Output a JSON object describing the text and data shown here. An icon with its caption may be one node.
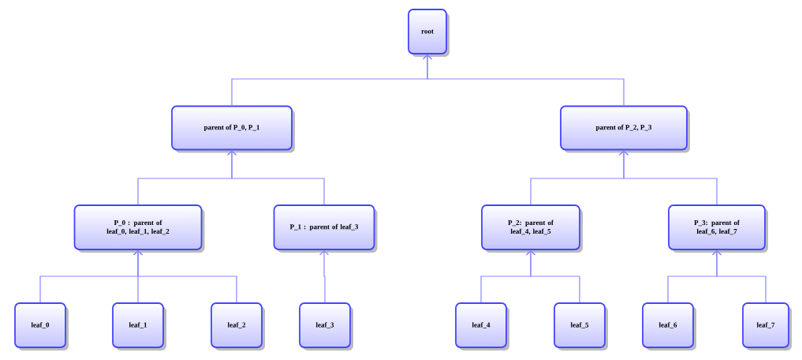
{
  "diagram": {
    "nodes": [
      {
        "text": [
          "root"
        ]
      },
      {
        "text": [
          "parent of P_0, P_1"
        ]
      },
      {
        "text": [
          "parent of P_2, P_3"
        ]
      },
      {
        "text": [
          "P_0 : parent of leaf_0, leaf_1, leaf_2"
        ]
      },
      {
        "text": [
          "P_1 : parent of leaf_3"
        ]
      },
      {
        "text": [
          "P_2: parent of leaf_4, leaf_5"
        ]
      },
      {
        "text": [
          "P_3: parent of leaf_6, leaf_7"
        ]
      },
      {
        "text": [
          "leaf_0"
        ]
      },
      {
        "text": [
          "leaf_1"
        ]
      },
      {
        "text": [
          "leaf_2"
        ]
      },
      {
        "text": [
          "leaf_3"
        ]
      },
      {
        "text": [
          "leaf_4"
        ]
      },
      {
        "text": [
          "leaf_5"
        ]
      },
      {
        "text": [
          "leaf_6"
        ]
      },
      {
        "text": [
          "leaf_7"
        ]
      }
    ],
    "edges": [
      {
        "from": 1,
        "to": 0,
        "arrow": "to"
      },
      {
        "from": 2,
        "to": 0,
        "arrow": "to"
      },
      {
        "from": 3,
        "to": 1,
        "arrow": "to"
      },
      {
        "from": 4,
        "to": 1,
        "arrow": "to"
      },
      {
        "from": 5,
        "to": 2,
        "arrow": "to"
      },
      {
        "from": 6,
        "to": 2,
        "arrow": "to"
      },
      {
        "from": 7,
        "to": 3,
        "arrow": "to"
      },
      {
        "from": 8,
        "to": 3,
        "arrow": "to"
      },
      {
        "from": 9,
        "to": 3,
        "arrow": "to"
      },
      {
        "from": 10,
        "to": 4,
        "arrow": "to"
      },
      {
        "from": 11,
        "to": 5,
        "arrow": "to"
      },
      {
        "from": 12,
        "to": 5,
        "arrow": "to"
      },
      {
        "from": 13,
        "to": 6,
        "arrow": "to"
      },
      {
        "from": 14,
        "to": 6,
        "arrow": "to"
      }
    ]
  }
}
